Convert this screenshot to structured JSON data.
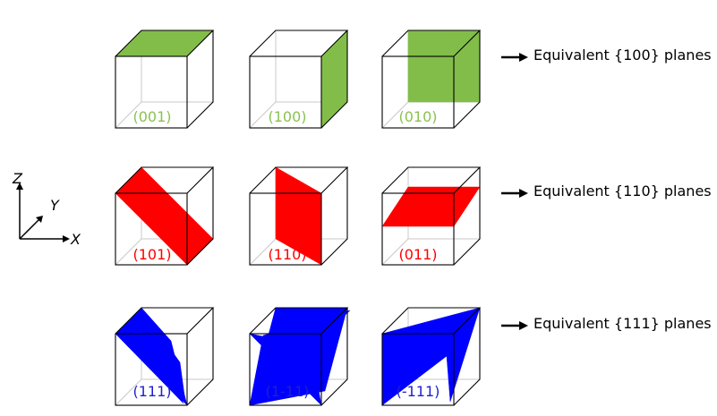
{
  "axes": {
    "z": "Z",
    "y": "Y",
    "x": "X"
  },
  "colors": {
    "green": "#82bd4a",
    "red": "#ff0000",
    "blue": "#0000ff",
    "green_text": "#8cc152",
    "red_text": "#ff0000",
    "blue_text": "#1f1fd0"
  },
  "rows": [
    {
      "color_key": "green",
      "equivalent_label": "Equivalent {100} planes",
      "cubes": [
        {
          "label": "(001)",
          "plane": "001"
        },
        {
          "label": "(100)",
          "plane": "100"
        },
        {
          "label": "(010)",
          "plane": "010"
        }
      ]
    },
    {
      "color_key": "red",
      "equivalent_label": "Equivalent {110} planes",
      "cubes": [
        {
          "label": "(101)",
          "plane": "101"
        },
        {
          "label": "(110)",
          "plane": "110"
        },
        {
          "label": "(011)",
          "plane": "011"
        }
      ]
    },
    {
      "color_key": "blue",
      "equivalent_label": "Equivalent {111} planes",
      "cubes": [
        {
          "label": "(111)",
          "plane": "111"
        },
        {
          "label": "(1-11)",
          "plane": "1-11"
        },
        {
          "label": "(-111)",
          "plane": "-111"
        }
      ]
    }
  ]
}
